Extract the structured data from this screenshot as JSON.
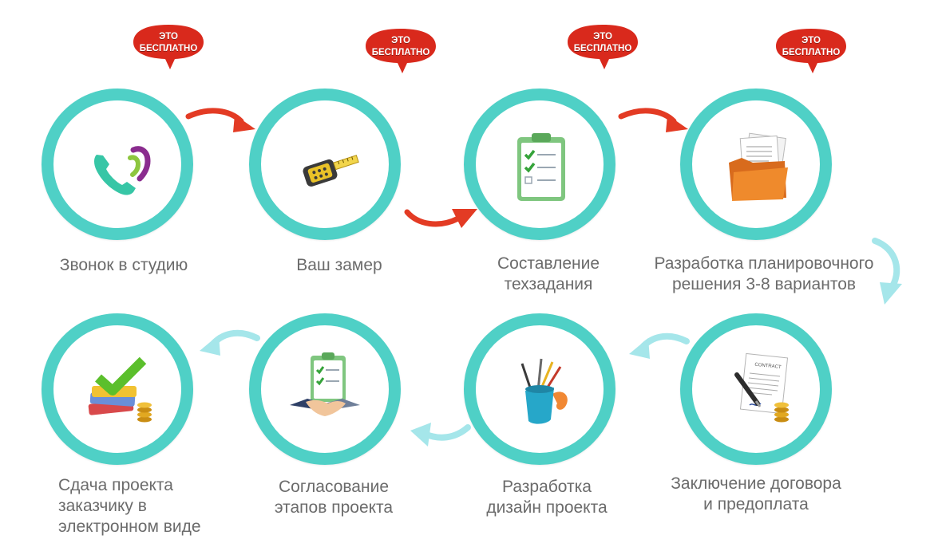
{
  "colors": {
    "ring": "#4fd0c6",
    "label": "#6b6b6b",
    "badge": "#d9291c",
    "arrow_red": "#e33b24",
    "arrow_cyan": "#a5e6ea"
  },
  "badge_text": [
    "ЭТО",
    "БЕСПЛАТНО"
  ],
  "steps": [
    {
      "label": "Звонок в студию",
      "icon": "phone-icon",
      "free": true
    },
    {
      "label": "Ваш замер",
      "icon": "tape-measure-icon",
      "free": true
    },
    {
      "label": "Составление\nтехзадания",
      "icon": "checklist-clipboard-icon",
      "free": true
    },
    {
      "label": "Разработка планировочного\nрешения 3-8 вариантов",
      "icon": "documents-folder-icon",
      "free": true
    },
    {
      "label": "Заключение договора\nи предоплата",
      "icon": "contract-pen-coins-icon",
      "free": false
    },
    {
      "label": "Разработка\nдизайн проекта",
      "icon": "design-brushes-cup-icon",
      "free": false
    },
    {
      "label": "Согласование\nэтапов проекта",
      "icon": "clipboard-handshake-icon",
      "free": false
    },
    {
      "label": "Сдача проекта\nзаказчику в\nэлектронном виде",
      "icon": "checkmark-cards-coins-icon",
      "free": false
    }
  ],
  "arrows": [
    {
      "icon": "red-curved-arrow-icon"
    },
    {
      "icon": "red-curved-arrow-icon"
    },
    {
      "icon": "red-curved-arrow-icon"
    },
    {
      "icon": "cyan-curved-arrow-down-icon"
    },
    {
      "icon": "cyan-curved-arrow-left-icon"
    },
    {
      "icon": "cyan-curved-arrow-left-icon"
    },
    {
      "icon": "cyan-curved-arrow-left-icon"
    }
  ]
}
